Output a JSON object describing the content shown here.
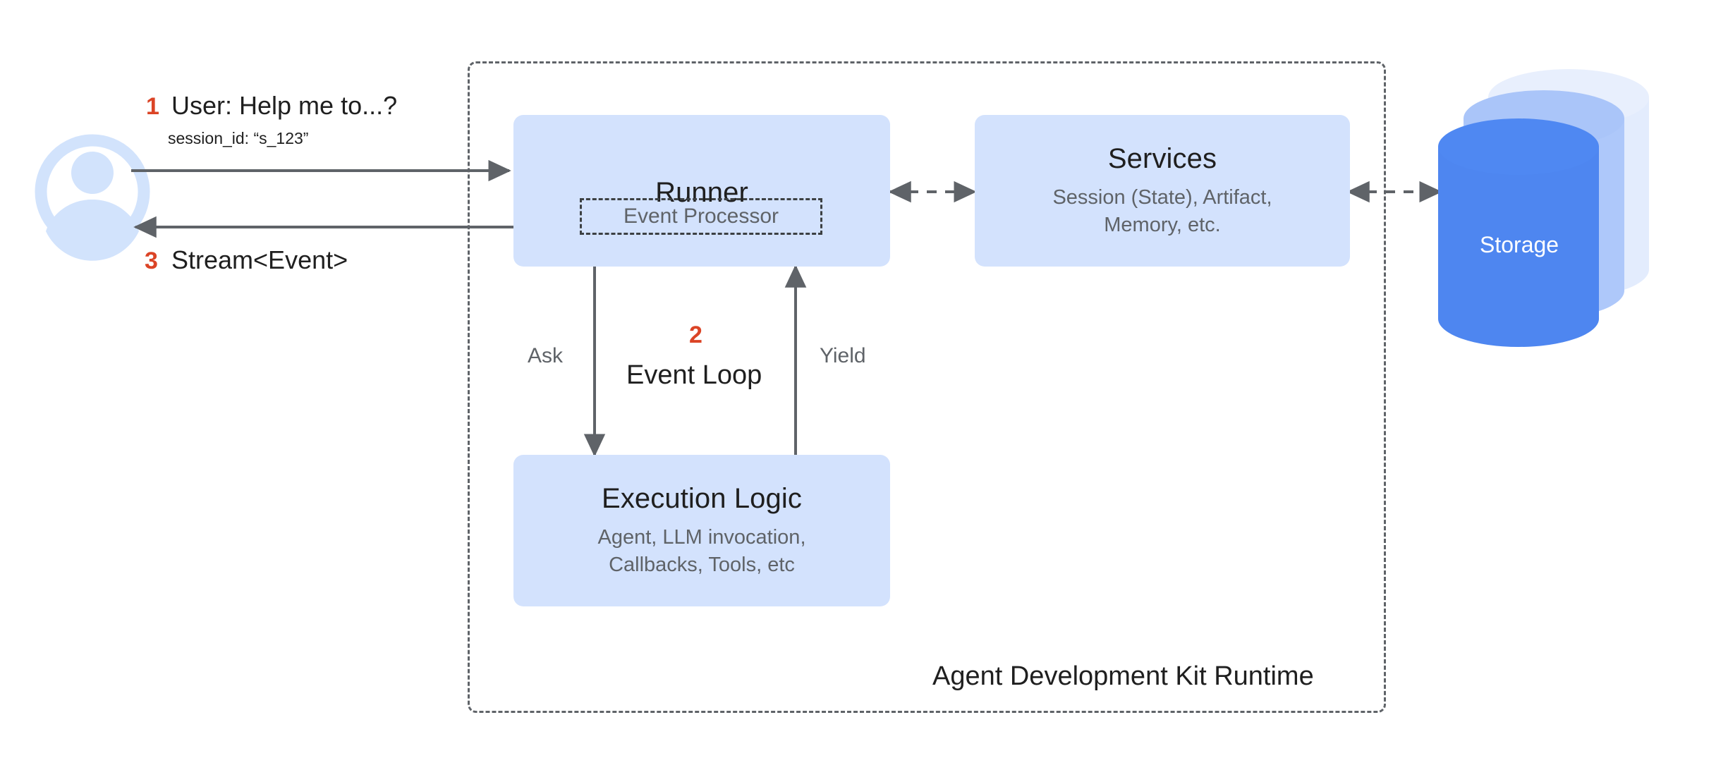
{
  "diagram": {
    "title": "Agent Development Kit Runtime",
    "container_label": "Agent Development Kit Runtime"
  },
  "actor": {
    "name": "User",
    "icon": "user-avatar-icon"
  },
  "steps": [
    {
      "number": "1",
      "label": "User: Help me to...?",
      "label_bold_prefix": "User:",
      "meta": "session_id: “s_123”"
    },
    {
      "number": "2",
      "label": "Event Loop"
    },
    {
      "number": "3",
      "label": "Stream<Event>"
    }
  ],
  "nodes": {
    "runner": {
      "title": "Runner",
      "sub_component": "Event Processor"
    },
    "services": {
      "title": "Services",
      "subtitle_line1": "Session (State), Artifact,",
      "subtitle_line2": "Memory, etc."
    },
    "execution_logic": {
      "title": "Execution Logic",
      "subtitle_line1": "Agent, LLM invocation,",
      "subtitle_line2": "Callbacks, Tools, etc"
    },
    "storage": {
      "title": "Storage"
    }
  },
  "edges": {
    "ask": "Ask",
    "yield": "Yield"
  },
  "colors": {
    "box_fill": "#d3e2fd",
    "accent_orange": "#db4426",
    "storage_front": "#4e86f0",
    "storage_front_top": "#4f88f2",
    "storage_mid": "#a8c7fa",
    "storage_back": "#e3ecfd",
    "arrow_gray": "#5f6368",
    "text_primary": "#1f1f1f",
    "text_secondary": "#5f6368",
    "avatar_blue": "#d2e3fc"
  }
}
